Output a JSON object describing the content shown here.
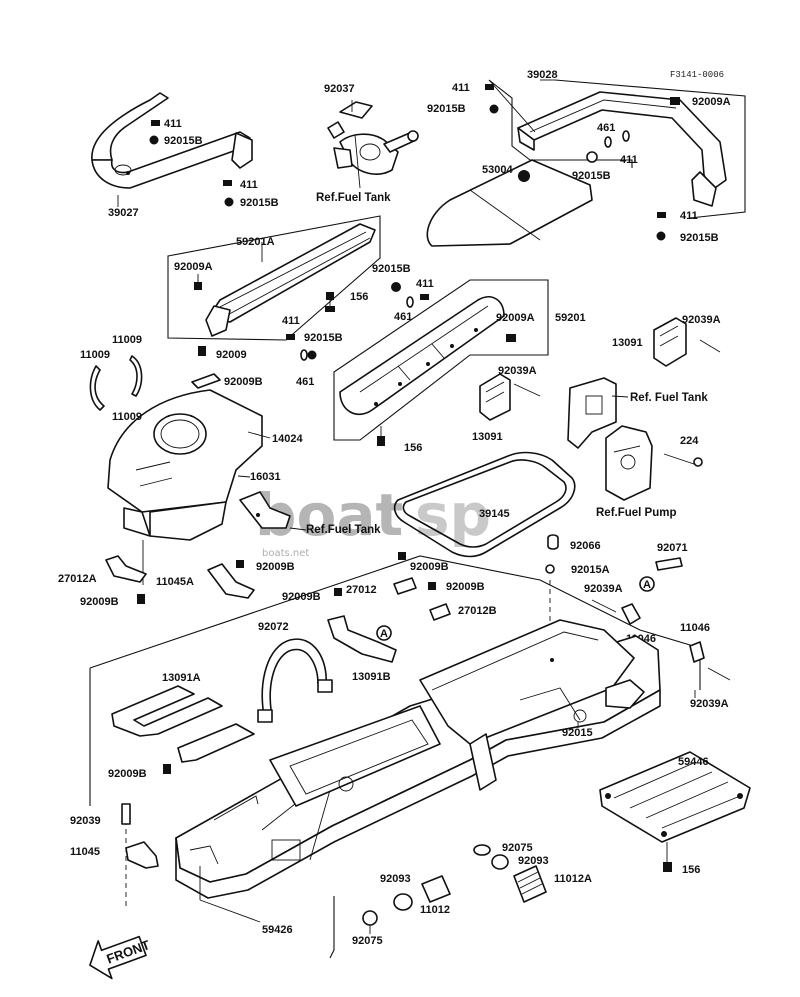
{
  "code": "F3141-0006",
  "labels": {
    "p39027": "39027",
    "p411_a": "411",
    "p92015B_a": "92015B",
    "p411_b": "411",
    "p92015B_b": "92015B",
    "p92037": "92037",
    "ref_fuel_tank_1": "Ref.Fuel Tank",
    "p411_c": "411",
    "p92015B_c": "92015B",
    "p39028": "39028",
    "p92009A_a": "92009A",
    "p461_a": "461",
    "p411_d": "411",
    "p53004": "53004",
    "p92015B_d": "92015B",
    "p411_e": "411",
    "p92015B_e": "92015B",
    "p59201A": "59201A",
    "p92009A_b": "92009A",
    "p92015B_f": "92015B",
    "p411_f": "411",
    "p156_a": "156",
    "p461_b": "461",
    "p411_g": "411",
    "p92015B_g": "92015B",
    "p461_c": "461",
    "p92009A_c": "92009A",
    "p59201": "59201",
    "p13091_a": "13091",
    "p92039A_a": "92039A",
    "p11009_a": "11009",
    "p11009_b": "11009",
    "p11009_c": "11009",
    "p92009": "92009",
    "p92009B_a": "92009B",
    "p14024": "14024",
    "p92039A_b": "92039A",
    "p13091_b": "13091",
    "p156_b": "156",
    "ref_fuel_tank_2": "Ref. Fuel Tank",
    "p224": "224",
    "ref_fuel_pump": "Ref.Fuel Pump",
    "p16031": "16031",
    "ref_fuel_tank_3": "Ref.Fuel Tank",
    "p39145": "39145",
    "p92066": "92066",
    "p92071": "92071",
    "p92009B_b": "92009B",
    "p27012A": "27012A",
    "p11045A": "11045A",
    "p92009B_c": "92009B",
    "p92009B_d": "92009B",
    "p92015A": "92015A",
    "p92009B_e": "92009B",
    "p27012": "27012",
    "p92009B_f": "92009B",
    "p92039A_c": "92039A",
    "p27012B": "27012B",
    "p11046_a": "11046",
    "p92072": "92072",
    "p11046_b": "11046",
    "p92039A_d": "92039A",
    "p13091A": "13091A",
    "p13091B": "13091B",
    "p92015": "92015",
    "p92009B_g": "92009B",
    "p59446": "59446",
    "p92039": "92039",
    "p11045": "11045",
    "p92075_a": "92075",
    "p92093_a": "92093",
    "p92093_b": "92093",
    "p11012A": "11012A",
    "p156_c": "156",
    "p11012": "11012",
    "p59426": "59426",
    "p92075_b": "92075",
    "circle_a1": "A",
    "circle_a2": "A",
    "front": "FRONT"
  },
  "watermark": {
    "main_a": "boat",
    "main_b": "sp",
    "sub": "boats.net"
  }
}
